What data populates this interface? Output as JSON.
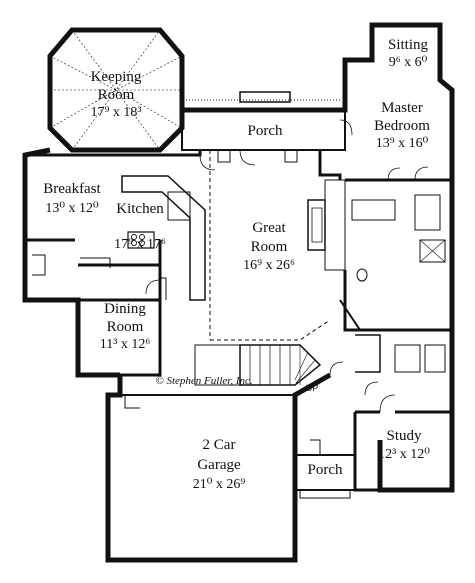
{
  "plan": {
    "rooms": {
      "keeping": {
        "name1": "Keeping",
        "name2": "Room",
        "dims": "17⁹ x 18³"
      },
      "sitting": {
        "name": "Sitting",
        "dims": "9⁶ x 6⁰"
      },
      "master": {
        "name1": "Master",
        "name2": "Bedroom",
        "dims": "13⁹ x 16⁰"
      },
      "porch_top": {
        "name": "Porch"
      },
      "breakfast": {
        "name": "Breakfast",
        "dims": "13⁰ x 12⁰"
      },
      "kitchen": {
        "name": "Kitchen",
        "dims": "17⁹ x 17⁶"
      },
      "great": {
        "name1": "Great",
        "name2": "Room",
        "dims": "16⁹ x 26⁶"
      },
      "dining": {
        "name1": "Dining",
        "name2": "Room",
        "dims": "11³ x 12⁶"
      },
      "garage": {
        "name1": "2 Car",
        "name2": "Garage",
        "dims": "21⁰ x 26⁹"
      },
      "study": {
        "name": "Study",
        "dims": "12³ x 12⁰"
      },
      "porch_bottom": {
        "name": "Porch"
      }
    },
    "copyright": "© Stephen Fuller, Inc.",
    "stair_label": "UP"
  }
}
